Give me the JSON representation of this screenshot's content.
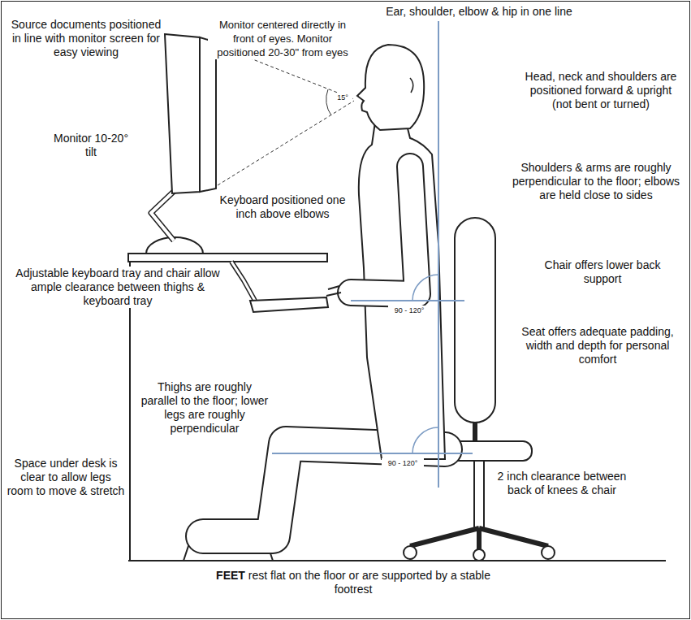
{
  "diagram": {
    "labels": [
      "Source documents positioned in line with monitor screen for easy viewing",
      "Monitor centered directly in front of eyes. Monitor positioned 20-30\" from eyes",
      "Ear, shoulder, elbow & hip in one line",
      "Head, neck and shoulders are positioned forward & upright (not bent or turned)",
      "15°",
      "Monitor 10-20° tilt",
      "Keyboard positioned one inch above elbows",
      "Shoulders & arms are roughly perpendicular to the floor; elbows are held close to sides",
      "Adjustable keyboard tray and chair allow ample clearance between thighs & keyboard tray",
      "90 - 120°",
      "Chair offers lower back support",
      "90 - 120°",
      "Seat offers adequate padding, width and depth for personal comfort",
      "Thighs are roughly parallel to the floor; lower legs are roughly perpendicular",
      "Space under desk is clear to allow legs room to move & stretch",
      "2 inch clearance between back of knees & chair",
      "FEET",
      "rest flat on the floor or are supported by a stable footrest"
    ]
  }
}
